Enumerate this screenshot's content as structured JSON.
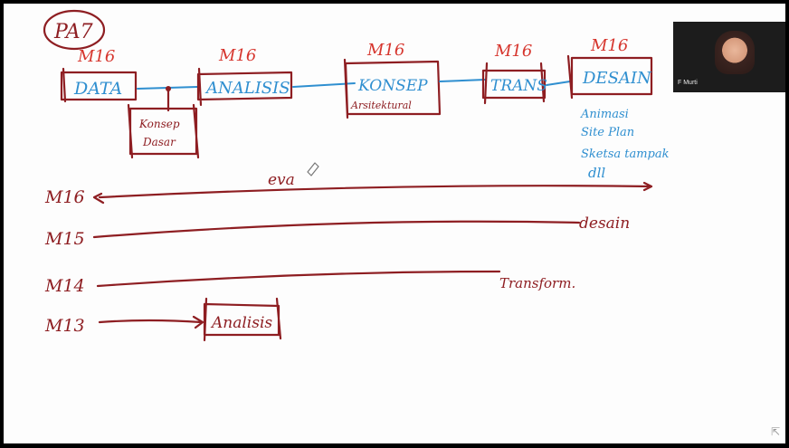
{
  "whiteboard": {
    "title": "PA7",
    "top_row": [
      {
        "stage": "M16",
        "box": "DATA"
      },
      {
        "stage": "M16",
        "box": "ANALISIS"
      },
      {
        "stage": "M16",
        "box": "KONSEP",
        "sub": "Arsitektural"
      },
      {
        "stage": "M16",
        "box": "TRANS"
      },
      {
        "stage": "M16",
        "box": "DESAIN"
      }
    ],
    "konsep_dasar": [
      "Konsep",
      "Dasar"
    ],
    "desain_notes": [
      "Animasi",
      "Site Plan",
      "Sketsa tampak",
      "dll"
    ],
    "timeline": [
      {
        "label": "M16",
        "note": "eva"
      },
      {
        "label": "M15",
        "note": "desain"
      },
      {
        "label": "M14",
        "note": "Transform."
      },
      {
        "label": "M13",
        "note": "Analisis"
      }
    ]
  },
  "video": {
    "participant_name": "F Murti"
  },
  "icons": {
    "scroll": "scroll-icon"
  }
}
